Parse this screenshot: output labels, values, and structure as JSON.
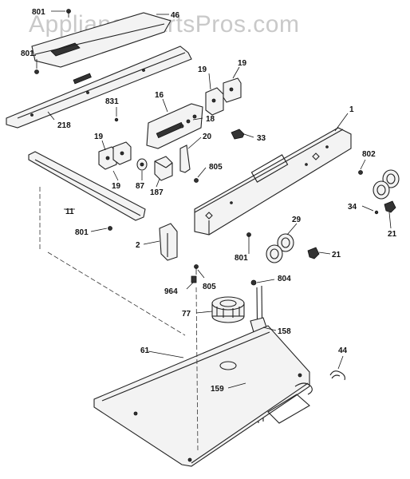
{
  "watermark": "AppliancePartsPros.com",
  "callouts": {
    "c801a": "801",
    "c46": "46",
    "c801b": "801.",
    "c218": "218",
    "c19a": "19",
    "c19b": "19",
    "c16": "16",
    "c831": "831",
    "c18": "18",
    "c1": "1",
    "c19c": "19",
    "c20": "20",
    "c33": "33",
    "c802": "802",
    "c19d": "19",
    "c87": "87",
    "c187": "187",
    "c805a": "805",
    "c11": "11",
    "c34": "34",
    "c29": "29",
    "c21a": "21",
    "c801c": "801",
    "c2": "2",
    "c801d": "801",
    "c21b": "21",
    "c964": "964",
    "c805b": "805",
    "c804": "804",
    "c77": "77",
    "c158": "158",
    "c61": "61",
    "c44": "44",
    "c159": "159"
  }
}
